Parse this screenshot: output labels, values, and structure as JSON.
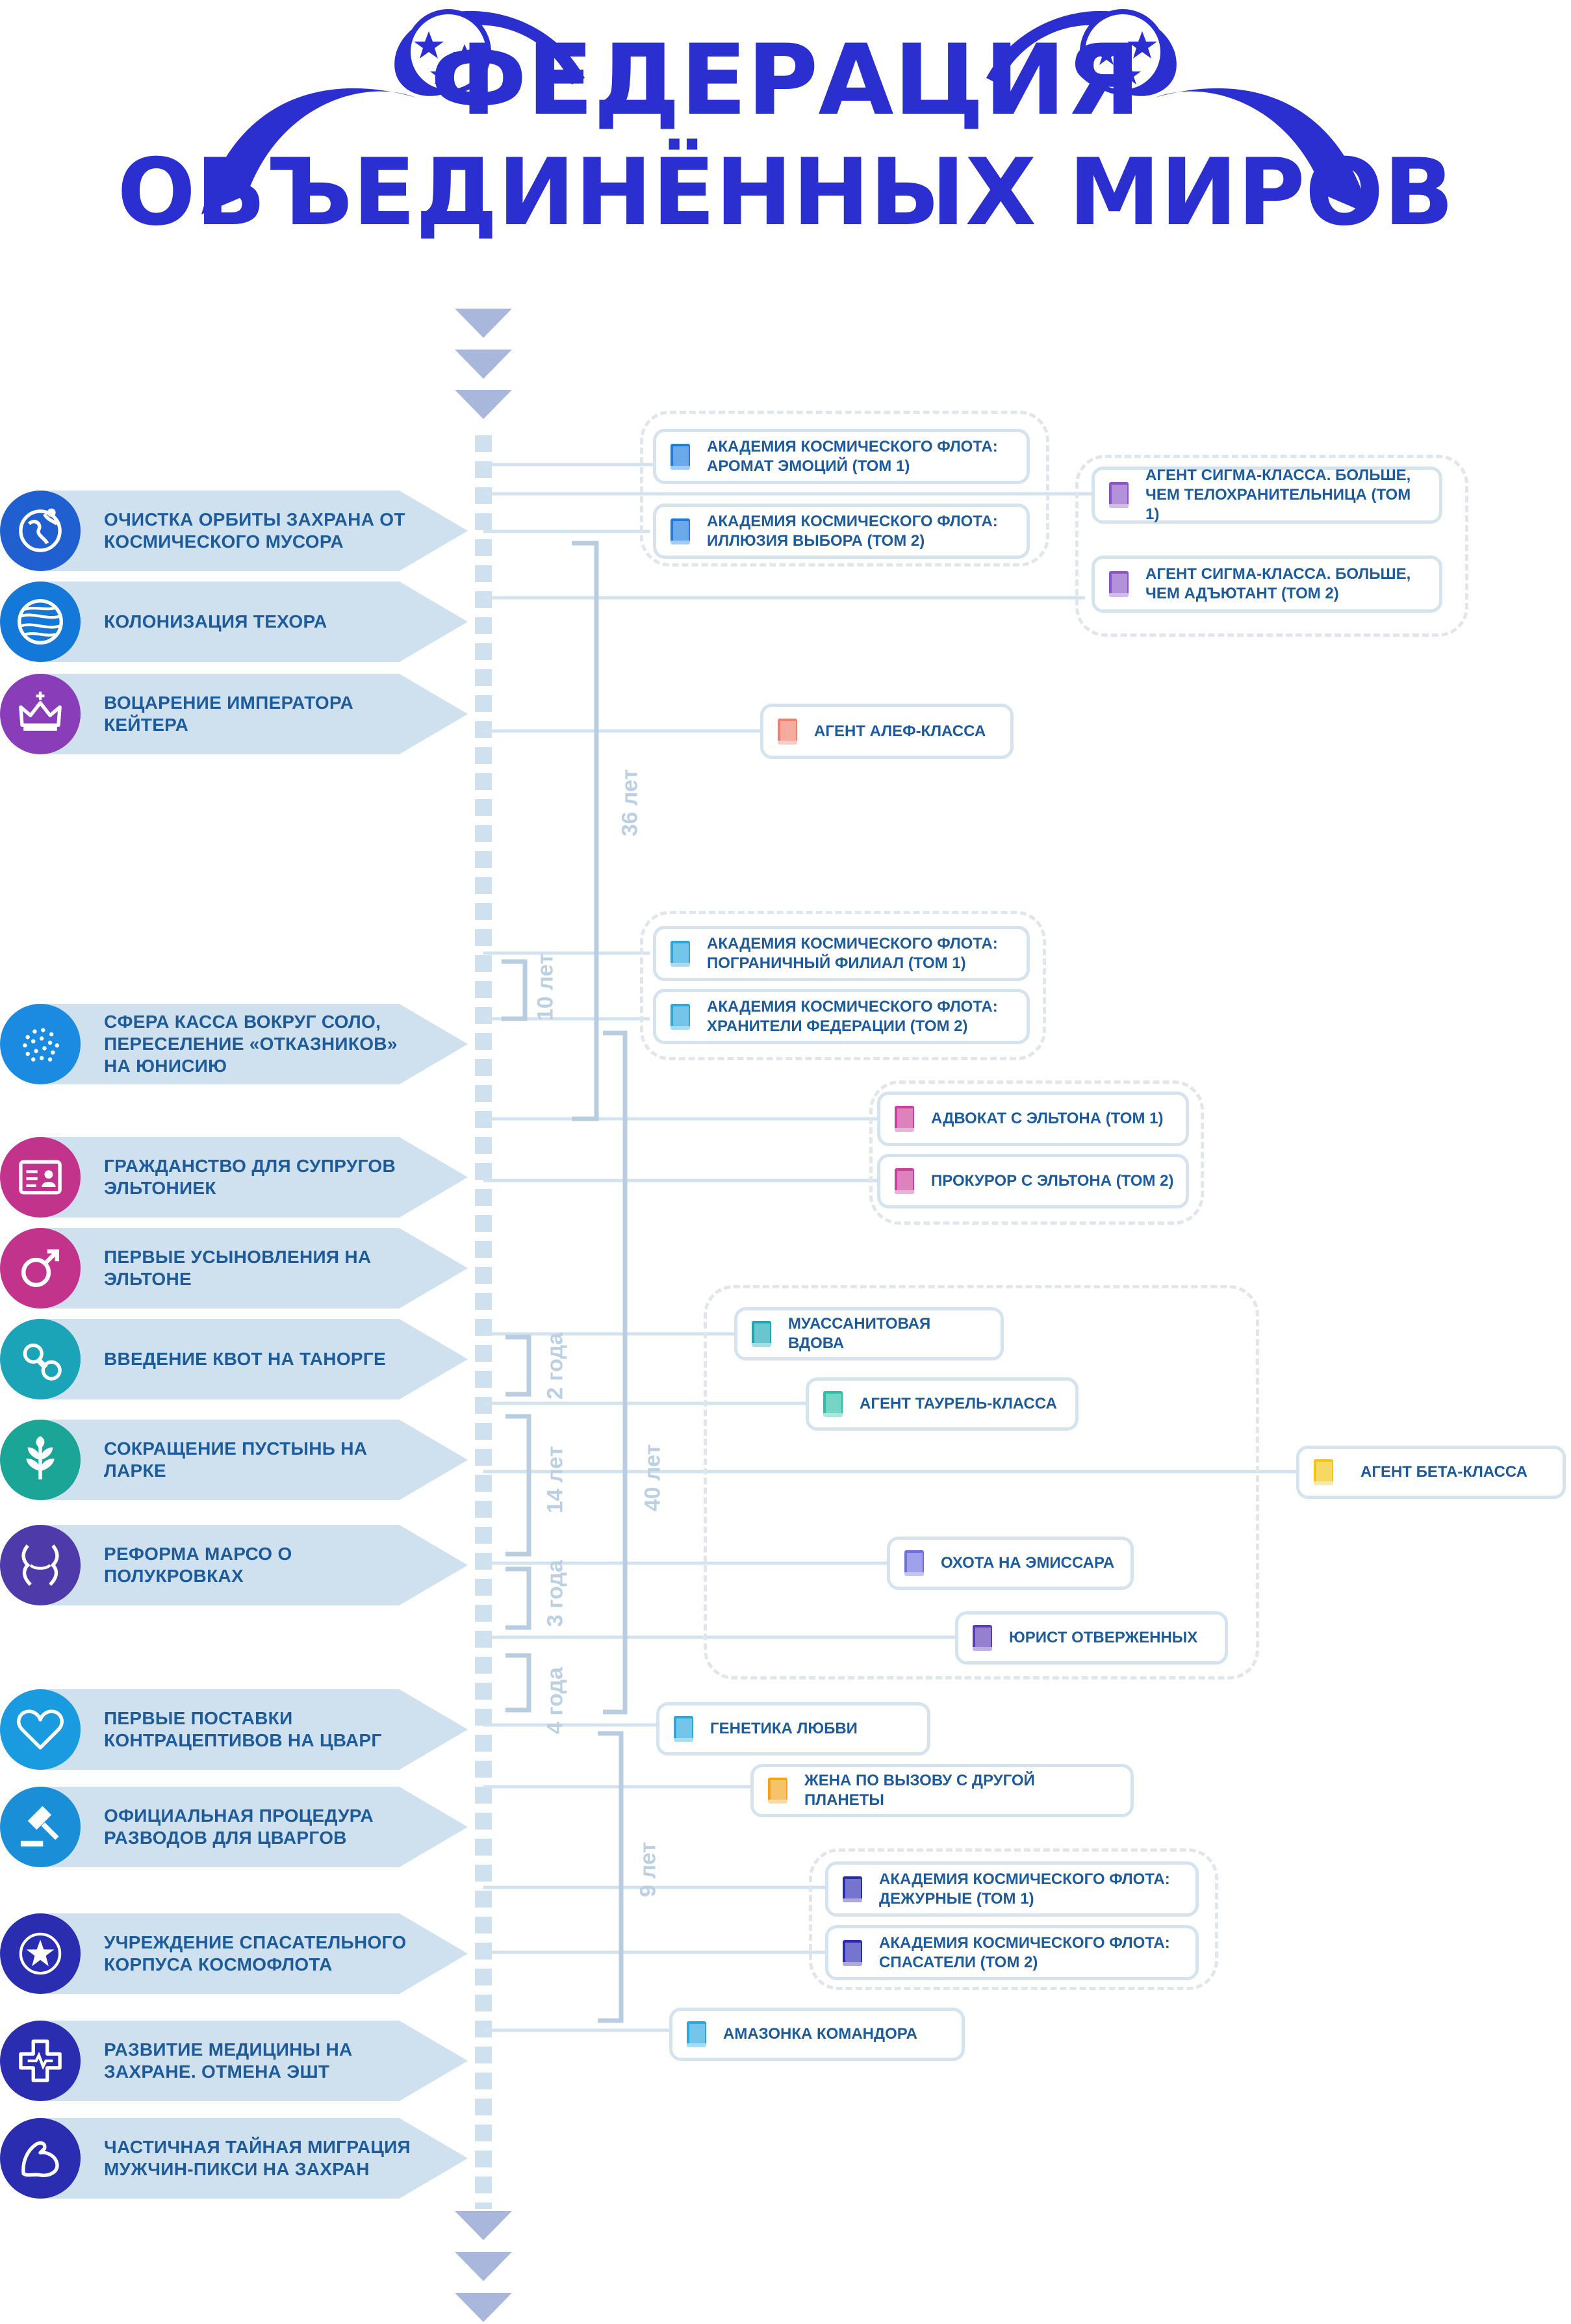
{
  "title": {
    "line1": "ФЕДЕРАЦИЯ",
    "line2": "ОБЪЕДИНЁННЫХ МИРОВ"
  },
  "colors": {
    "title": "#2b2fd0",
    "timeline": "#cfe0ee",
    "arrow_marks": "#aab7dc",
    "label_text": "#1e5b9a",
    "period_text": "#bcd0e3"
  },
  "events": [
    {
      "label": "Очистка орбиты Захрана от космического мусора",
      "icon": "globe-icon",
      "color": "#1f5fd0"
    },
    {
      "label": "Колонизация Техора",
      "icon": "planet-icon",
      "color": "#1478d8"
    },
    {
      "label": "Воцарение императора Кейтера",
      "icon": "crown-icon",
      "color": "#8a3db8"
    },
    {
      "label": "Сфера Касса вокруг Соло, переселение «отказников» на Юнисию",
      "icon": "sphere-icon",
      "color": "#1a8be0"
    },
    {
      "label": "Гражданство для супругов эльтониек",
      "icon": "id-card-icon",
      "color": "#c2338c"
    },
    {
      "label": "Первые усыновления на Эльтоне",
      "icon": "male-symbol-icon",
      "color": "#c2338c"
    },
    {
      "label": "Введение квот на Танорге",
      "icon": "pacifier-icon",
      "color": "#1ba3b8"
    },
    {
      "label": "Сокращение пустынь на Ларке",
      "icon": "plant-icon",
      "color": "#1aa596"
    },
    {
      "label": "Реформа Марсо о полукровках",
      "icon": "profiles-icon",
      "color": "#4e3aa8"
    },
    {
      "label": "Первые поставки контрацептивов на Цварг",
      "icon": "heart-icon",
      "color": "#1a9be0"
    },
    {
      "label": "Официальная процедура разводов для цваргов",
      "icon": "gavel-icon",
      "color": "#1a8fd8"
    },
    {
      "label": "Учреждение спасательного корпуса космофлота",
      "icon": "star-emblem-icon",
      "color": "#2a2db0"
    },
    {
      "label": "Развитие медицины на Захране. Отмена ЭШТ",
      "icon": "medical-cross-icon",
      "color": "#2a2db0"
    },
    {
      "label": "Частичная тайная миграция мужчин-пикси на Захран",
      "icon": "bicep-icon",
      "color": "#2a2db0"
    }
  ],
  "books": [
    {
      "title": "Академия космического флота: Аромат эмоций  (том 1)",
      "color": "#1b7de0"
    },
    {
      "title": "Академия космического флота: Иллюзия выбора (том 2)",
      "color": "#1b7de0"
    },
    {
      "title": "Агент сигма-класса. Больше, чем телохранительница (том 1)",
      "color": "#8a56c8"
    },
    {
      "title": "Агент сигма-класса. Больше, чем адъютант (том 2)",
      "color": "#8a56c8"
    },
    {
      "title": "Агент алеф-класса",
      "color": "#f07f6e"
    },
    {
      "title": "Академия космического флота: Пограничный филиал (том 1)",
      "color": "#29a8de"
    },
    {
      "title": "Академия космического флота: Хранители Федерации (том 2)",
      "color": "#29a8de"
    },
    {
      "title": "Адвокат с Эльтона (том 1)",
      "color": "#cc3f9c"
    },
    {
      "title": "Прокурор с Эльтона (том 2)",
      "color": "#cc3f9c"
    },
    {
      "title": "Муассанитовая вдова",
      "color": "#1ba7b4"
    },
    {
      "title": "Агент таурель-класса",
      "color": "#2fbfa6"
    },
    {
      "title": "Агент бета-класса",
      "color": "#f2c413"
    },
    {
      "title": "Охота на эмиссара",
      "color": "#6d6fe0"
    },
    {
      "title": "Юрист отверженных",
      "color": "#5c3cb4"
    },
    {
      "title": "Генетика любви",
      "color": "#29a8de"
    },
    {
      "title": "Жена по вызову с другой планеты",
      "color": "#f2a21b"
    },
    {
      "title": "Академия космического флота: Дежурные (том 1)",
      "color": "#2b2cb4"
    },
    {
      "title": "Академия космического флота: Спасатели (том 2)",
      "color": "#2b2cb4"
    },
    {
      "title": "Амазонка командора",
      "color": "#29a8de"
    }
  ],
  "periods": [
    {
      "label": "36 лет"
    },
    {
      "label": "10 лет"
    },
    {
      "label": "40 лет"
    },
    {
      "label": "2 года"
    },
    {
      "label": "14 лет"
    },
    {
      "label": "3 года"
    },
    {
      "label": "4 года"
    },
    {
      "label": "9 лет"
    }
  ]
}
